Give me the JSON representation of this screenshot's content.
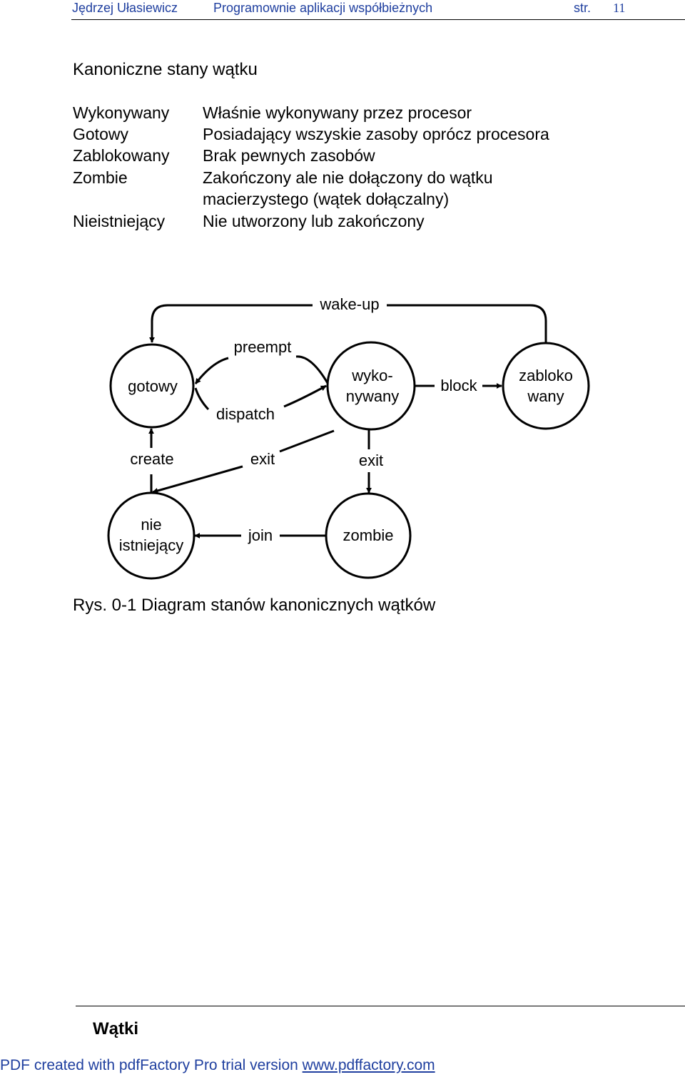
{
  "header": {
    "author": "Jędrzej Ułasiewicz",
    "course": "Programownie aplikacji współbieżnych",
    "page_prefix": "str.",
    "page_number": "11"
  },
  "section_title": "Kanoniczne stany wątku",
  "states_table": [
    {
      "term": "Wykonywany",
      "definition": "Właśnie wykonywany przez procesor"
    },
    {
      "term": "Gotowy",
      "definition": "Posiadający wszyskie zasoby oprócz procesora"
    },
    {
      "term": "Zablokowany",
      "definition": "Brak pewnych zasobów"
    },
    {
      "term": "Zombie",
      "definition": "Zakończony ale nie dołączony do wątku"
    },
    {
      "term": "",
      "definition": "macierzystego (wątek dołączalny)"
    },
    {
      "term": "Nieistniejący",
      "definition": "Nie utworzony lub zakończony"
    }
  ],
  "diagram": {
    "nodes": {
      "gotowy": "gotowy",
      "wykonywany_1": "wyko-",
      "wykonywany_2": "nywany",
      "zablokowany_1": "zabloko",
      "zablokowany_2": "wany",
      "nieistniejacy_1": "nie",
      "nieistniejacy_2": "istniejący",
      "zombie": "zombie"
    },
    "edges": {
      "wake_up": "wake-up",
      "preempt": "preempt",
      "dispatch": "dispatch",
      "block": "block",
      "create": "create",
      "exit_left": "exit",
      "exit_right": "exit",
      "join": "join"
    }
  },
  "caption": "Rys. 0-1 Diagram stanów kanonicznych  wątków",
  "footer": {
    "section": "Wątki",
    "pdf_note": "PDF created with pdfFactory Pro trial version ",
    "pdf_link": "www.pdffactory.com"
  }
}
